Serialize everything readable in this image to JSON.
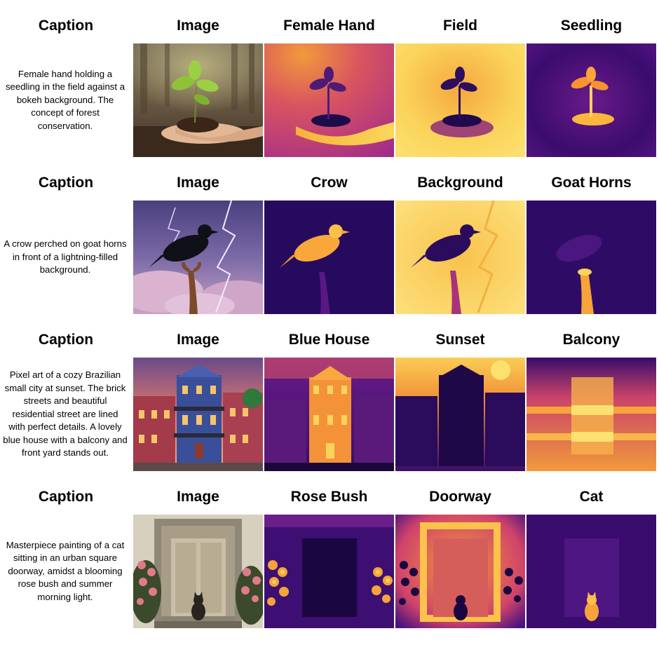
{
  "figure": {
    "column_labels": {
      "caption": "Caption",
      "image": "Image"
    },
    "rows": [
      {
        "caption": "Female hand holding a seedling in the field against a bokeh background. The concept of forest conservation.",
        "concepts": [
          "Female Hand",
          "Field",
          "Seedling"
        ]
      },
      {
        "caption": "A crow perched on goat horns in front of a lightning-filled background.",
        "concepts": [
          "Crow",
          "Background",
          "Goat Horns"
        ]
      },
      {
        "caption": "Pixel art of a cozy Brazilian small city at sunset. The brick streets and beautiful residential street are lined with perfect details. A lovely blue house with a balcony and front yard stands out.",
        "concepts": [
          "Blue House",
          "Sunset",
          "Balcony"
        ]
      },
      {
        "caption": "Masterpiece painting of a cat sitting in an urban square doorway, amidst a blooming rose bush and summer morning light.",
        "concepts": [
          "Rose Bush",
          "Doorway",
          "Cat"
        ]
      }
    ]
  }
}
